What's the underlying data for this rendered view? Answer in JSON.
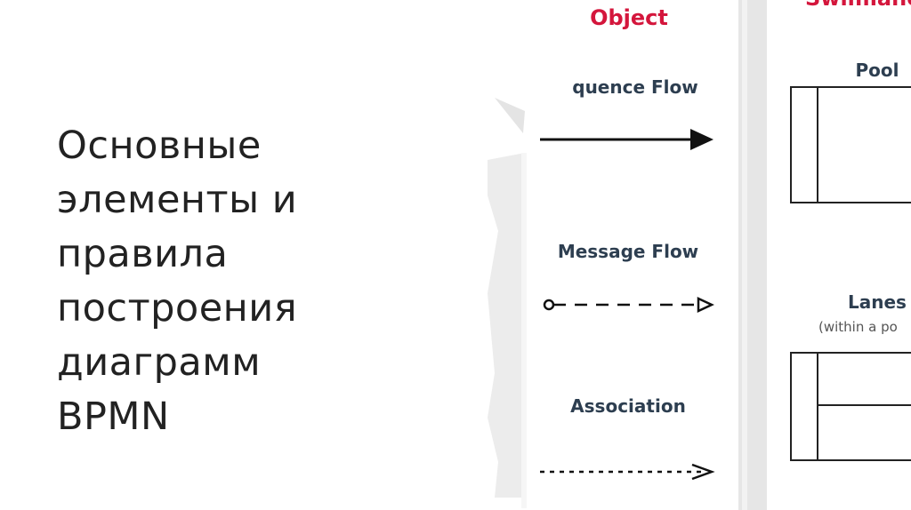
{
  "slide": {
    "title": "Основные\nэлементы и\nправила\nпостроения\nдиаграмм\nBPMN"
  },
  "figure": {
    "connecting_objects": {
      "heading": "Object",
      "sequence_flow": "quence Flow",
      "message_flow": "Message Flow",
      "association": "Association"
    },
    "swimlanes": {
      "heading": "Swimlanes",
      "pool": "Pool",
      "lanes": "Lanes",
      "lanes_note": "(within a po"
    },
    "colors": {
      "heading": "#d4163c",
      "label": "#2d3e50"
    }
  }
}
